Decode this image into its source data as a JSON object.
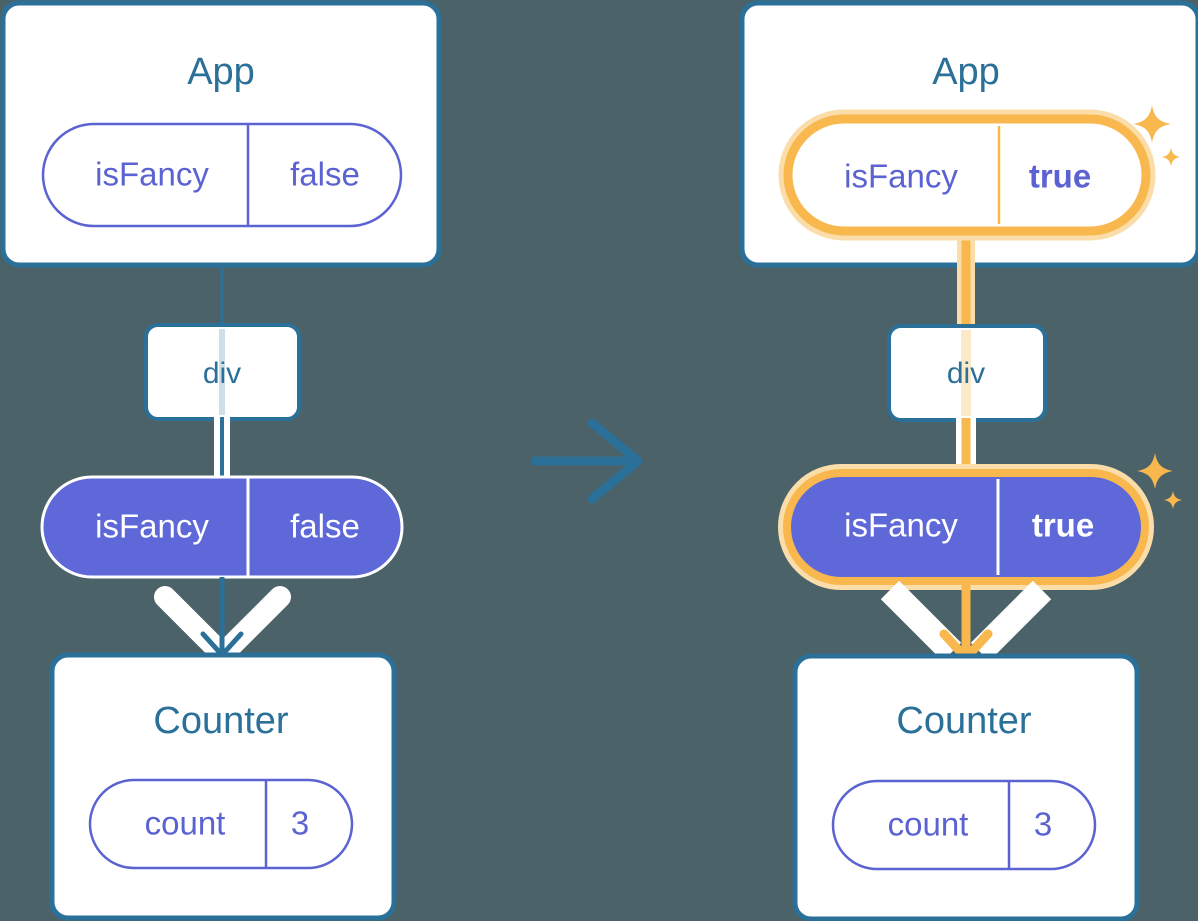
{
  "diagram": {
    "title": "React state lifting diagram",
    "background_color": "#4a6268",
    "transition_arrow": "arrow-right"
  },
  "palette": {
    "box_border": "#2b7099",
    "box_fill": "#ffffff",
    "title_text": "#2b7099",
    "pill_outline": "#5b62d1",
    "pill_fill_active": "#5e68d8",
    "pill_text": "#5b62d1",
    "pill_text_active": "#ffffff",
    "highlight_ring": "#f8b84e",
    "highlight_halo": "#fbddaa",
    "connector_before": "#2b7099",
    "connector_after": "#f8b84e",
    "white": "#ffffff"
  },
  "before": {
    "app": {
      "title": "App",
      "pill": {
        "name": "isFancy",
        "value": "false",
        "style": "outline",
        "highlighted": false
      }
    },
    "div": {
      "label": "div"
    },
    "prop_pill": {
      "name": "isFancy",
      "value": "false",
      "style": "filled",
      "highlighted": false
    },
    "counter": {
      "title": "Counter",
      "pill": {
        "name": "count",
        "value": "3",
        "style": "outline",
        "highlighted": false
      }
    }
  },
  "after": {
    "app": {
      "title": "App",
      "pill": {
        "name": "isFancy",
        "value": "true",
        "style": "outline",
        "highlighted": true,
        "sparkles": 2
      }
    },
    "div": {
      "label": "div"
    },
    "prop_pill": {
      "name": "isFancy",
      "value": "true",
      "style": "filled",
      "highlighted": true,
      "sparkles": 2
    },
    "counter": {
      "title": "Counter",
      "pill": {
        "name": "count",
        "value": "3",
        "style": "outline",
        "highlighted": false
      }
    }
  }
}
